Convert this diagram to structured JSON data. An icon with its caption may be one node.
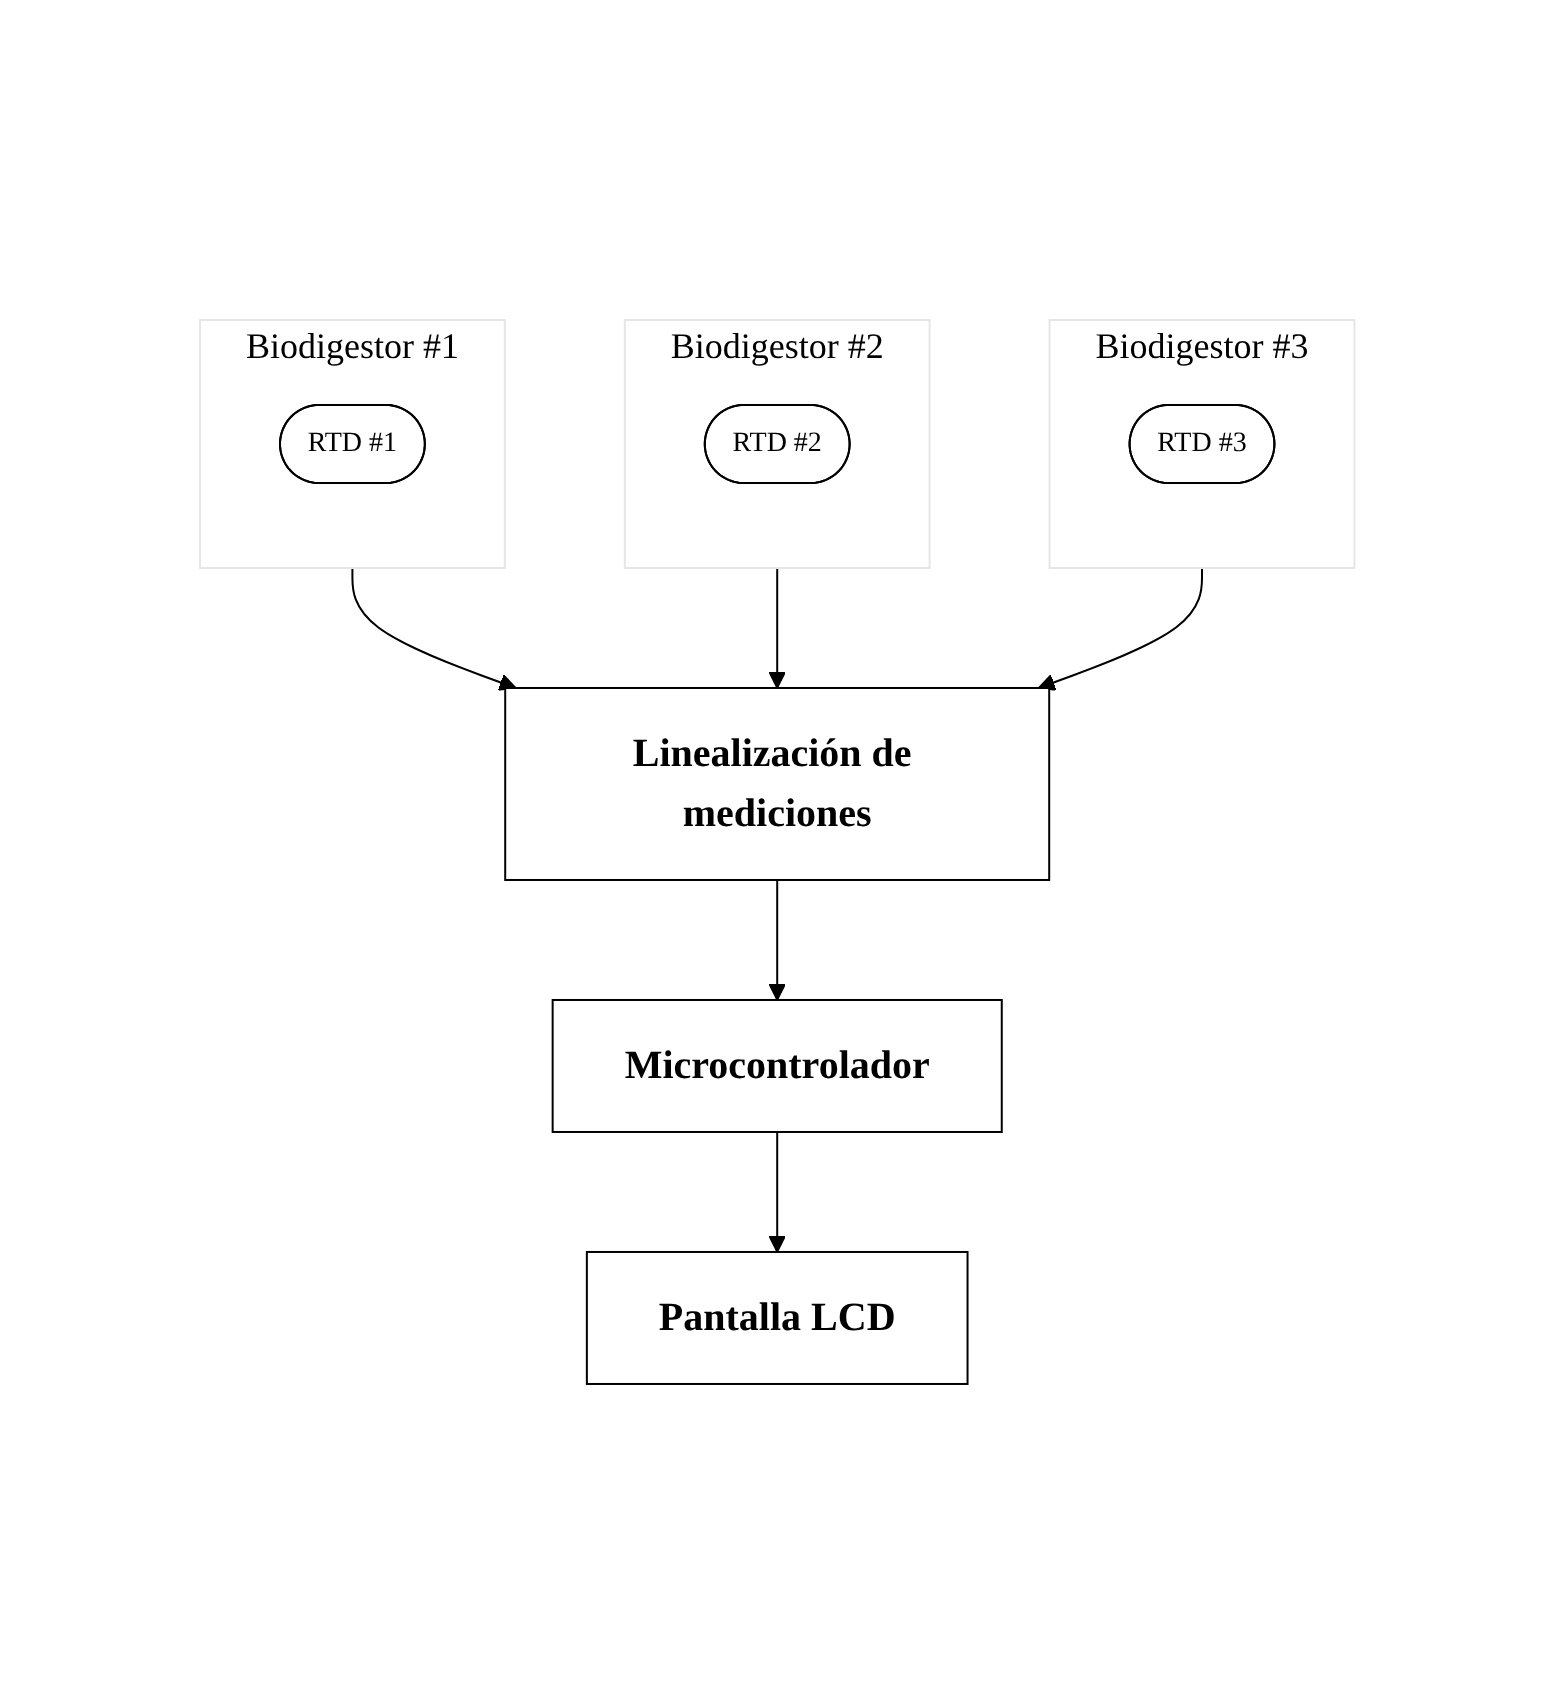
{
  "diagram": {
    "nodes": [
      {
        "text": [
          "Biodigestor #1"
        ]
      },
      {
        "text": [
          "RTD #1"
        ],
        "in": 0
      },
      {
        "text": [
          "Biodigestor #2"
        ]
      },
      {
        "text": [
          "RTD #2"
        ],
        "in": 2
      },
      {
        "text": [
          "Biodigestor #3"
        ]
      },
      {
        "text": [
          "RTD #3"
        ],
        "in": 4
      },
      {
        "text": [
          "Linealización de mediciones"
        ]
      },
      {
        "text": [
          "Microcontrolador"
        ]
      },
      {
        "text": [
          "Pantalla LCD"
        ]
      }
    ],
    "edges": [
      {
        "from": 0,
        "to": 6,
        "arrow": "to"
      },
      {
        "from": 2,
        "to": 6,
        "arrow": "to"
      },
      {
        "from": 4,
        "to": 6,
        "arrow": "to"
      },
      {
        "from": 6,
        "to": 7,
        "arrow": "to"
      },
      {
        "from": 7,
        "to": 8,
        "arrow": "to"
      }
    ]
  }
}
